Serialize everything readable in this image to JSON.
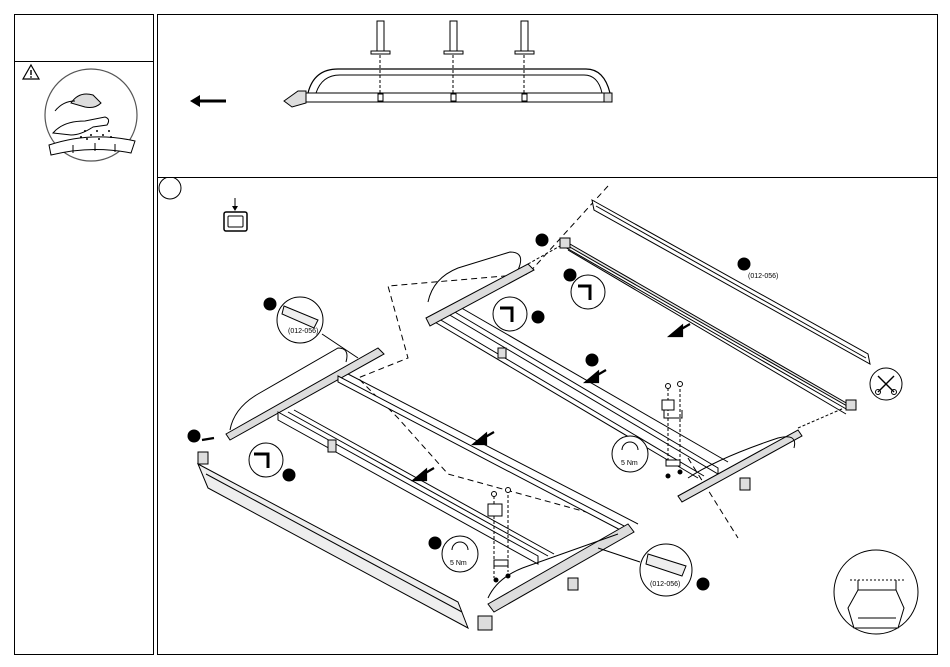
{
  "labels": {
    "profile_code_right": "(012-056)",
    "profile_code_left": "(012-056)",
    "profile_code_front": "(012-056)",
    "torque_left": "5 Nm",
    "torque_right": "5 Nm"
  },
  "icons": {
    "warning": "warning-triangle-icon",
    "clean": "cleaning-hands-icon",
    "arrow_left": "arrow-left-icon",
    "press_down": "press-down-icon",
    "cut": "scissors-icon",
    "allen_key": "allen-key-icon",
    "torque": "torque-wrench-icon"
  }
}
